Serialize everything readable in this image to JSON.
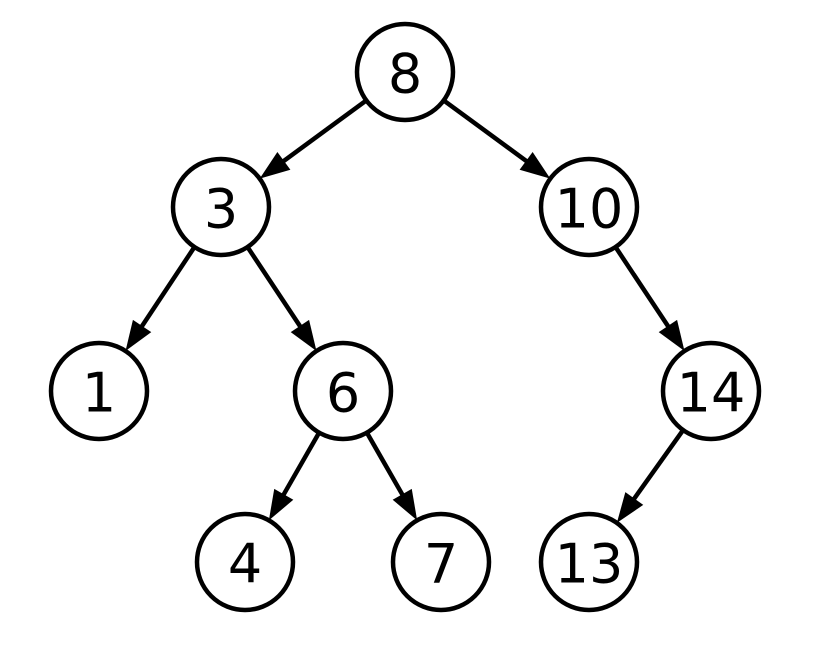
{
  "tree": {
    "nodes": [
      {
        "id": "n8",
        "label": "8"
      },
      {
        "id": "n3",
        "label": "3"
      },
      {
        "id": "n10",
        "label": "10"
      },
      {
        "id": "n1",
        "label": "1"
      },
      {
        "id": "n6",
        "label": "6"
      },
      {
        "id": "n14",
        "label": "14"
      },
      {
        "id": "n4",
        "label": "4"
      },
      {
        "id": "n7",
        "label": "7"
      },
      {
        "id": "n13",
        "label": "13"
      }
    ],
    "edges": [
      {
        "from": "n8",
        "to": "n3"
      },
      {
        "from": "n8",
        "to": "n10"
      },
      {
        "from": "n3",
        "to": "n1"
      },
      {
        "from": "n3",
        "to": "n6"
      },
      {
        "from": "n10",
        "to": "n14"
      },
      {
        "from": "n6",
        "to": "n4"
      },
      {
        "from": "n6",
        "to": "n7"
      },
      {
        "from": "n14",
        "to": "n13"
      }
    ]
  }
}
